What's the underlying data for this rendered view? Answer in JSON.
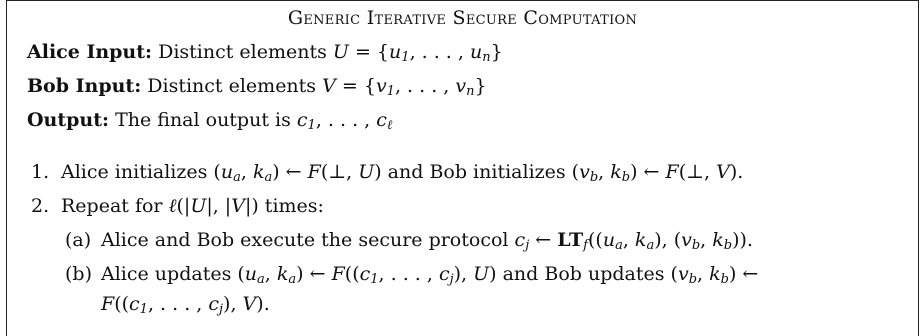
{
  "protocol": {
    "title": "Generic Iterative Secure Computation",
    "alice_input_label": "Alice Input:",
    "alice_input_text": "Distinct elements U = {u1, . . . , un}",
    "bob_input_label": "Bob Input:",
    "bob_input_text": "Distinct elements V = {v1, . . . , vn}",
    "output_label": "Output:",
    "output_text": "The final output is c1, . . . , cℓ",
    "steps": [
      {
        "num": "1.",
        "text": "Alice initializes (ua, ka) ← F(⊥, U) and Bob initializes (vb, kb) ← F(⊥, V)."
      },
      {
        "num": "2.",
        "text": "Repeat for ℓ(|U|, |V|) times:",
        "substeps": [
          {
            "num": "(a)",
            "text": "Alice and Bob execute the secure protocol cj ← LTf((ua, ka), (vb, kb))."
          },
          {
            "num": "(b)",
            "text": "Alice updates (ua, ka) ← F((c1, . . . , cj), U) and Bob updates (vb, kb) ← F((c1, . . . , cj), V)."
          }
        ]
      }
    ]
  }
}
